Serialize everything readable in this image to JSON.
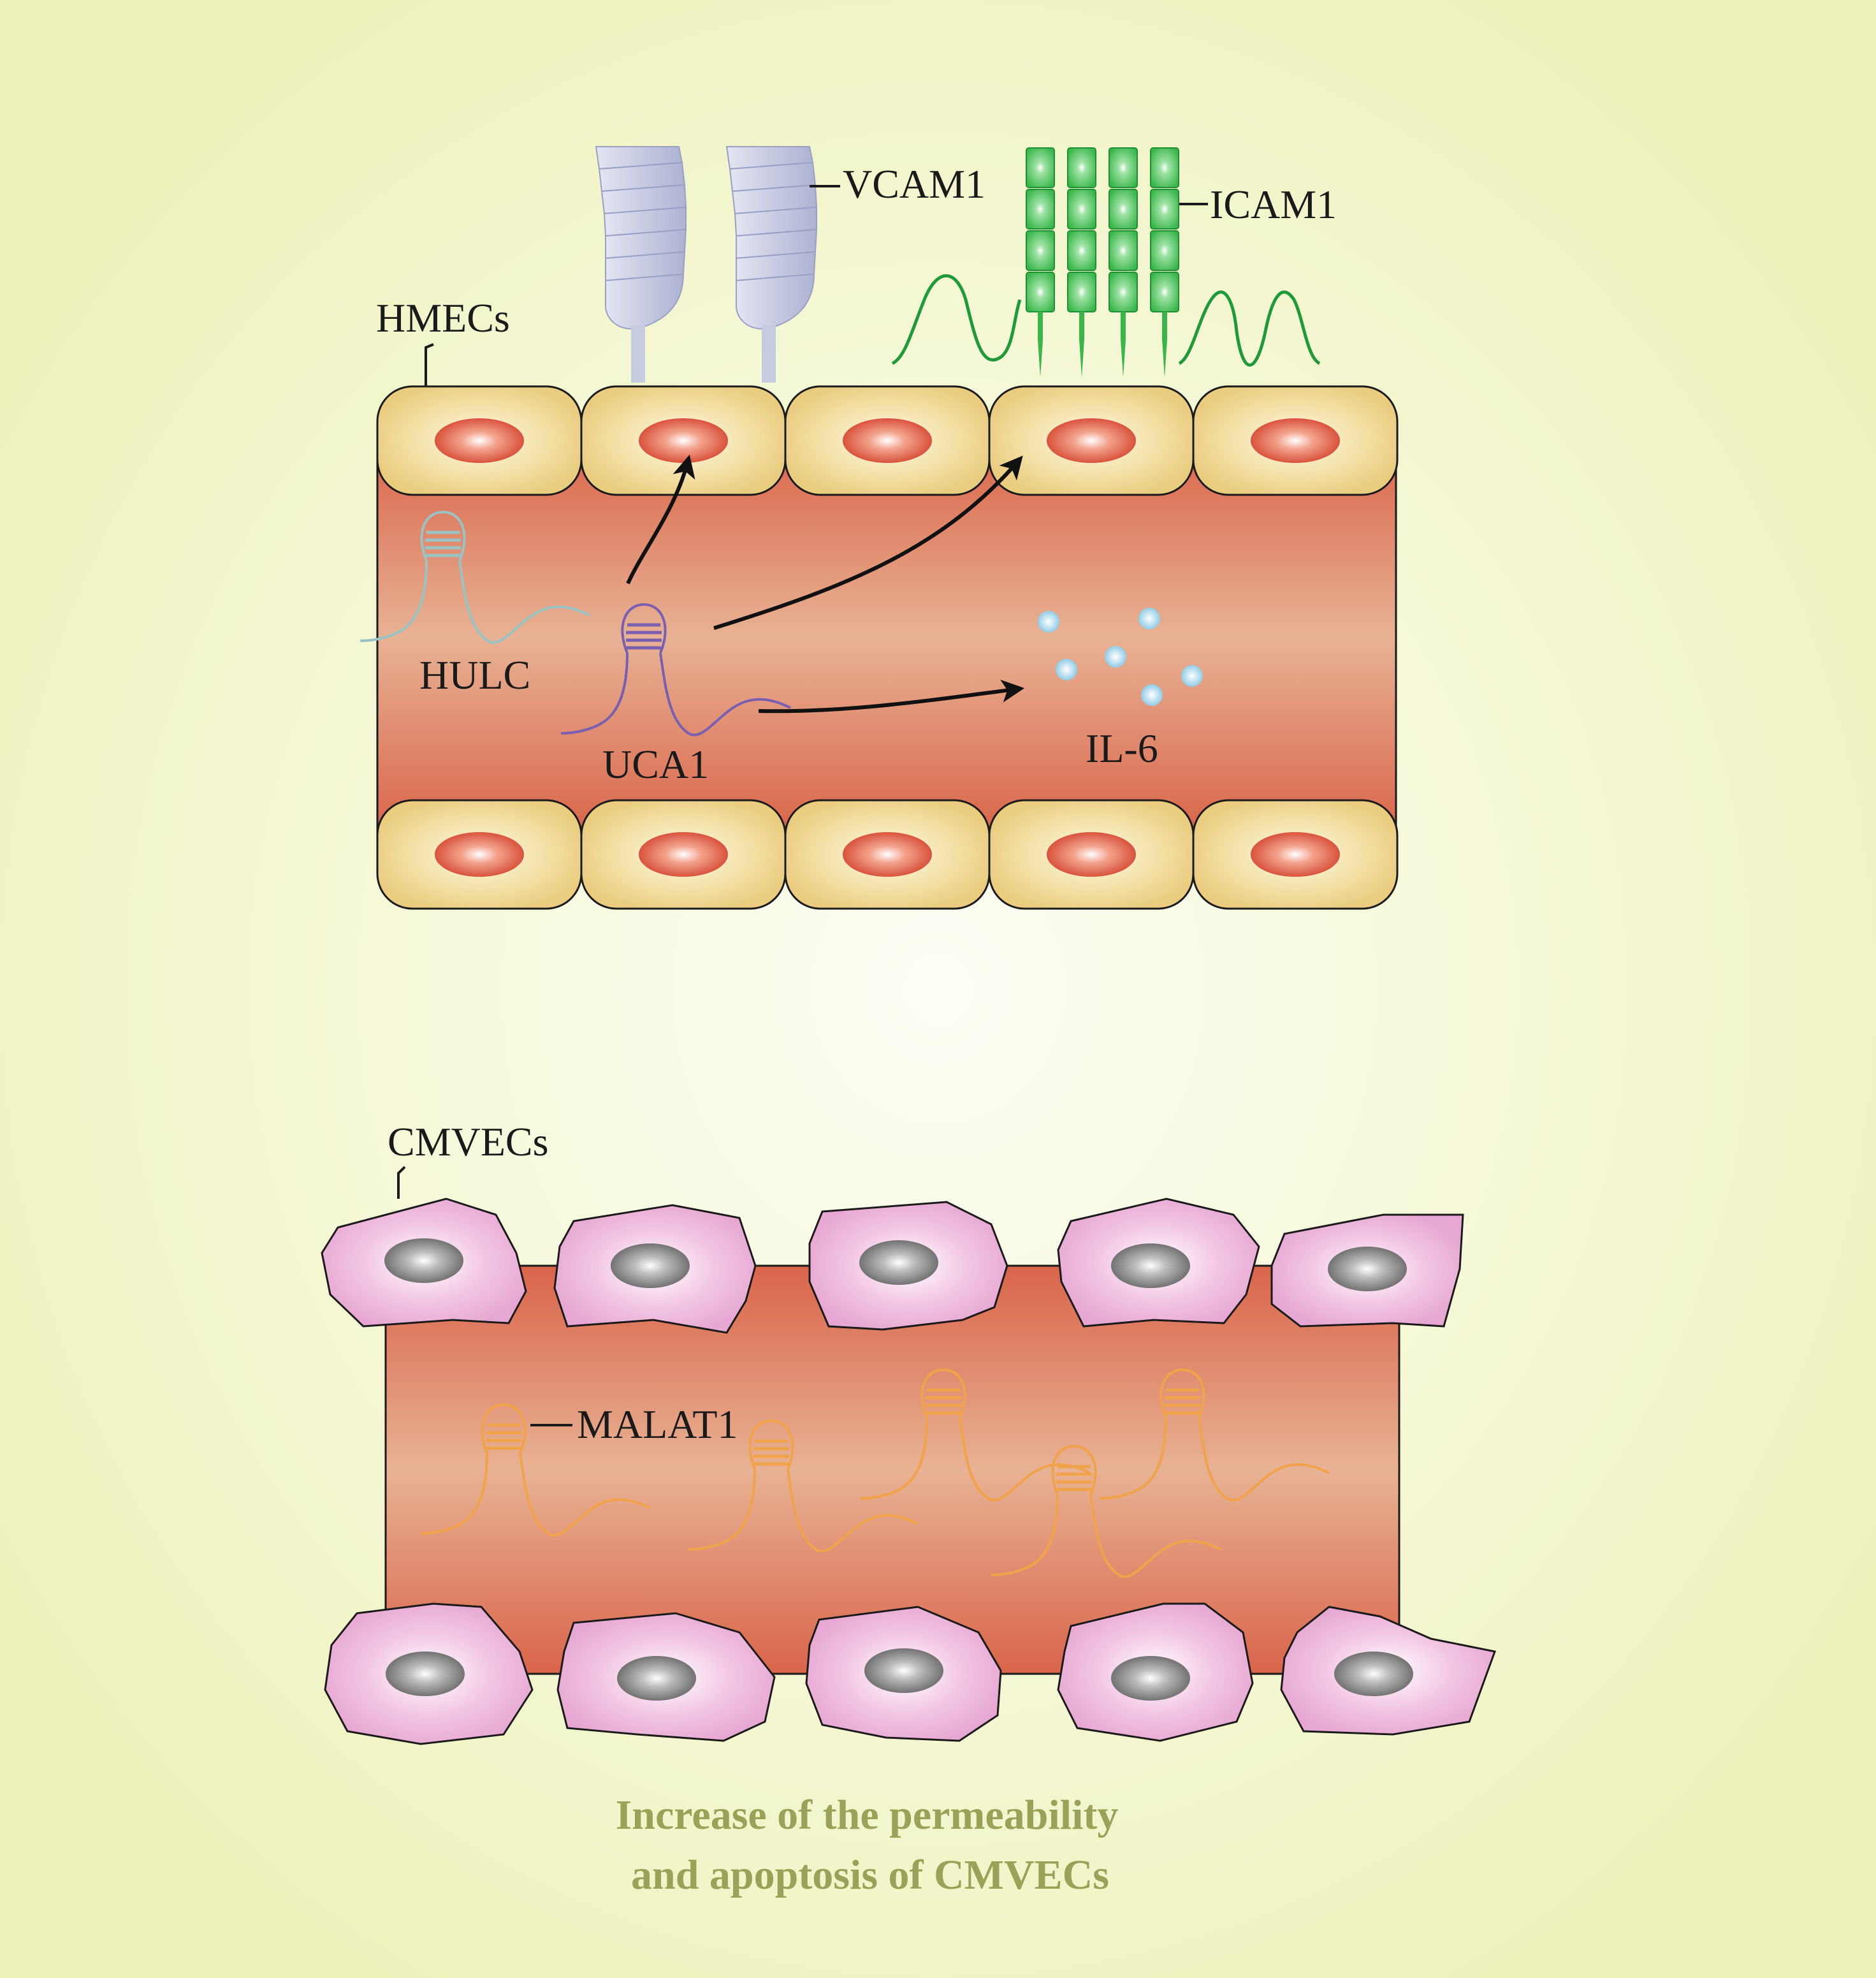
{
  "labels": {
    "vcam1": "VCAM1",
    "icam1": "ICAM1",
    "hmecs": "HMECs",
    "hulc": "HULC",
    "uca1": "UCA1",
    "il6": "IL-6",
    "cmvecs": "CMVECs",
    "malat1": "MALAT1"
  },
  "caption": {
    "line1": "Increase of the permeability",
    "line2": "and apoptosis of CMVECs"
  },
  "colors": {
    "background_center": "#fdfef5",
    "background_edge": "#eef2bb",
    "vessel": "#d9644a",
    "vessel_light": "#e8b294",
    "hmec_cell": "#f1dc9c",
    "hmec_nucleus": "#d5452f",
    "cmvec_cell": "#e6a7d2",
    "cmvec_nucleus": "#777777",
    "vcam1": "#c7cbe2",
    "icam1": "#39b54a",
    "hulc_rna": "#9ac3c4",
    "uca1_rna": "#7a5fb0",
    "malat1_rna": "#f0a34a",
    "il6_particle": "#9fd3ea",
    "caption": "#9aa25a"
  }
}
